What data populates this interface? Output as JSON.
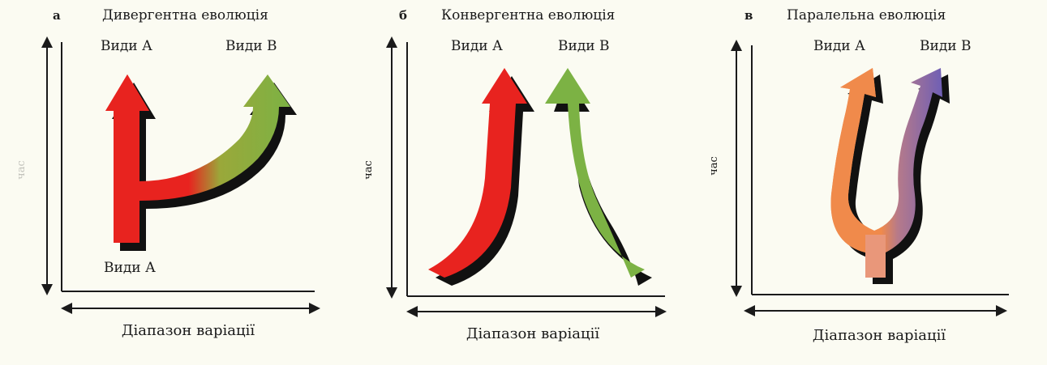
{
  "panels": [
    {
      "letter": "а",
      "title": "Дивергентна еволюція",
      "top_left_label": "Види А",
      "top_right_label": "Види В",
      "bottom_label": "Види А",
      "x_axis_label": "Діапазон варіації",
      "y_axis_label": "час"
    },
    {
      "letter": "б",
      "title": "Конвергентна еволюція",
      "top_left_label": "Види А",
      "top_right_label": "Види В",
      "x_axis_label": "Діапазон варіації",
      "y_axis_label": "час"
    },
    {
      "letter": "в",
      "title": "Паралельна еволюція",
      "top_left_label": "Види А",
      "top_right_label": "Види В",
      "x_axis_label": "Діапазон варіації",
      "y_axis_label": "час"
    }
  ],
  "colors": {
    "species_a": "#e8231f",
    "species_b": "#7cb244",
    "parallel_a": "#f08a4b",
    "parallel_b": "#6f5fb5",
    "shadow": "#111111",
    "axis": "#1a1a1a",
    "background": "#fbfbf2"
  }
}
